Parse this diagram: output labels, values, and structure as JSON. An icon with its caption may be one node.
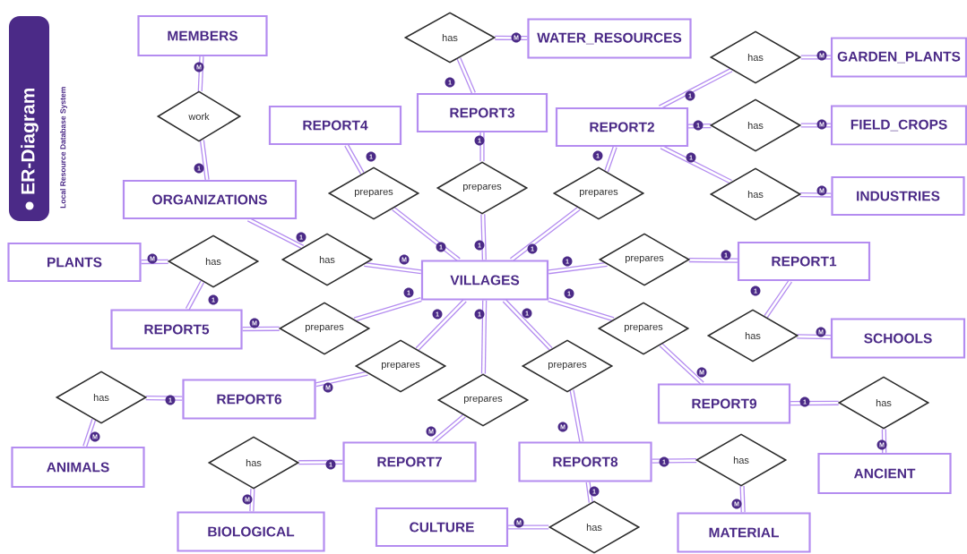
{
  "diagram": {
    "title": "ER-Diagram",
    "caption": "Local Resource Database System",
    "nodes": [
      {
        "text": [
          "MEMBERS"
        ]
      },
      {
        "text": [
          "work"
        ]
      },
      {
        "text": [
          "ORGANIZATIONS"
        ]
      },
      {
        "text": [
          "has"
        ]
      },
      {
        "text": [
          "WATER_RESOURCES"
        ]
      },
      {
        "text": [
          "REPORT3"
        ]
      },
      {
        "text": [
          "REPORT4"
        ]
      },
      {
        "text": [
          "REPORT2"
        ]
      },
      {
        "text": [
          "has"
        ]
      },
      {
        "text": [
          "GARDEN_PLANTS"
        ]
      },
      {
        "text": [
          "has"
        ]
      },
      {
        "text": [
          "FIELD_CROPS"
        ]
      },
      {
        "text": [
          "has"
        ]
      },
      {
        "text": [
          "INDUSTRIES"
        ]
      },
      {
        "text": [
          "prepares"
        ]
      },
      {
        "text": [
          "prepares"
        ]
      },
      {
        "text": [
          "prepares"
        ]
      },
      {
        "text": [
          "has"
        ]
      },
      {
        "text": [
          "VILLAGES"
        ]
      },
      {
        "text": [
          "prepares"
        ]
      },
      {
        "text": [
          "REPORT1"
        ]
      },
      {
        "text": [
          "PLANTS"
        ]
      },
      {
        "text": [
          "has"
        ]
      },
      {
        "text": [
          "REPORT5"
        ]
      },
      {
        "text": [
          "prepares"
        ]
      },
      {
        "text": [
          "has"
        ]
      },
      {
        "text": [
          "SCHOOLS"
        ]
      },
      {
        "text": [
          "prepares"
        ]
      },
      {
        "text": [
          "prepares"
        ]
      },
      {
        "text": [
          "prepares"
        ]
      },
      {
        "text": [
          "prepares"
        ]
      },
      {
        "text": [
          "has"
        ]
      },
      {
        "text": [
          "REPORT6"
        ]
      },
      {
        "text": [
          "REPORT9"
        ]
      },
      {
        "text": [
          "has"
        ]
      },
      {
        "text": [
          "ANIMALS"
        ]
      },
      {
        "text": [
          "has"
        ]
      },
      {
        "text": [
          "REPORT7"
        ]
      },
      {
        "text": [
          "REPORT8"
        ]
      },
      {
        "text": [
          "has"
        ]
      },
      {
        "text": [
          "ANCIENT"
        ]
      },
      {
        "text": [
          "BIOLOGICAL"
        ]
      },
      {
        "text": [
          "CULTURE"
        ]
      },
      {
        "text": [
          "has"
        ]
      },
      {
        "text": [
          "MATERIAL"
        ]
      }
    ],
    "edges": [
      {
        "from": 0,
        "to": 1,
        "arrow": "none",
        "label": "M"
      },
      {
        "from": 2,
        "to": 1,
        "arrow": "none",
        "label": "1"
      },
      {
        "from": 4,
        "to": 3,
        "arrow": "none",
        "label": "M"
      },
      {
        "from": 5,
        "to": 3,
        "arrow": "none",
        "label": "1"
      },
      {
        "from": 7,
        "to": 8,
        "arrow": "none",
        "label": "1"
      },
      {
        "from": 9,
        "to": 8,
        "arrow": "none",
        "label": "M"
      },
      {
        "from": 7,
        "to": 10,
        "arrow": "none",
        "label": "1"
      },
      {
        "from": 11,
        "to": 10,
        "arrow": "none",
        "label": "M"
      },
      {
        "from": 7,
        "to": 12,
        "arrow": "none",
        "label": "1"
      },
      {
        "from": 13,
        "to": 12,
        "arrow": "none",
        "label": "M"
      },
      {
        "from": 6,
        "to": 14,
        "arrow": "none",
        "label": "1"
      },
      {
        "from": 18,
        "to": 14,
        "arrow": "none",
        "label": "1"
      },
      {
        "from": 5,
        "to": 15,
        "arrow": "none",
        "label": "1"
      },
      {
        "from": 18,
        "to": 15,
        "arrow": "none",
        "label": "1"
      },
      {
        "from": 7,
        "to": 16,
        "arrow": "none",
        "label": "1"
      },
      {
        "from": 18,
        "to": 16,
        "arrow": "none",
        "label": "1"
      },
      {
        "from": 2,
        "to": 17,
        "arrow": "none",
        "label": "1"
      },
      {
        "from": 18,
        "to": 17,
        "arrow": "none",
        "label": "M"
      },
      {
        "from": 18,
        "to": 19,
        "arrow": "none",
        "label": "1"
      },
      {
        "from": 20,
        "to": 19,
        "arrow": "none",
        "label": "1"
      },
      {
        "from": 21,
        "to": 22,
        "arrow": "none",
        "label": "M"
      },
      {
        "from": 23,
        "to": 22,
        "arrow": "none",
        "label": "1"
      },
      {
        "from": 20,
        "to": 25,
        "arrow": "none",
        "label": "1"
      },
      {
        "from": 26,
        "to": 25,
        "arrow": "none",
        "label": "M"
      },
      {
        "from": 18,
        "to": 24,
        "arrow": "none",
        "label": "1"
      },
      {
        "from": 23,
        "to": 24,
        "arrow": "none",
        "label": "M"
      },
      {
        "from": 18,
        "to": 27,
        "arrow": "none",
        "label": "1"
      },
      {
        "from": 33,
        "to": 27,
        "arrow": "none",
        "label": "M"
      },
      {
        "from": 18,
        "to": 28,
        "arrow": "none",
        "label": "1"
      },
      {
        "from": 32,
        "to": 28,
        "arrow": "none",
        "label": "M"
      },
      {
        "from": 18,
        "to": 30,
        "arrow": "none",
        "label": "1"
      },
      {
        "from": 37,
        "to": 30,
        "arrow": "none",
        "label": "M"
      },
      {
        "from": 18,
        "to": 29,
        "arrow": "none",
        "label": "1"
      },
      {
        "from": 38,
        "to": 29,
        "arrow": "none",
        "label": "M"
      },
      {
        "from": 32,
        "to": 31,
        "arrow": "none",
        "label": "1"
      },
      {
        "from": 35,
        "to": 31,
        "arrow": "none",
        "label": "M"
      },
      {
        "from": 33,
        "to": 34,
        "arrow": "none",
        "label": "1"
      },
      {
        "from": 40,
        "to": 34,
        "arrow": "none",
        "label": "M"
      },
      {
        "from": 37,
        "to": 36,
        "arrow": "none",
        "label": "1"
      },
      {
        "from": 41,
        "to": 36,
        "arrow": "none",
        "label": "M"
      },
      {
        "from": 38,
        "to": 39,
        "arrow": "none",
        "label": "1"
      },
      {
        "from": 44,
        "to": 39,
        "arrow": "none",
        "label": "M"
      },
      {
        "from": 38,
        "to": 43,
        "arrow": "none",
        "label": "1"
      },
      {
        "from": 42,
        "to": 43,
        "arrow": "none",
        "label": "M"
      }
    ]
  }
}
